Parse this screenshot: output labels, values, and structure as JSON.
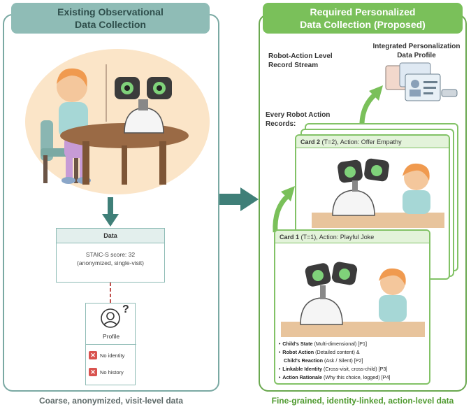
{
  "left": {
    "header_line1": "Existing Observational",
    "header_line2": "Data Collection",
    "data_box": {
      "title": "Data",
      "line1": "STAIC-S score: 32",
      "line2": "(anonymized, single-visit)"
    },
    "profile": {
      "label": "Profile",
      "question_mark": "?",
      "tags": [
        "No identity",
        "No history"
      ]
    },
    "caption": "Coarse, anonymized, visit-level data"
  },
  "right": {
    "header_line1": "Required Personalized",
    "header_line2": "Data Collection (Proposed)",
    "stream_label_line1": "Robot-Action Level",
    "stream_label_line2": "Record Stream",
    "profile_label_line1": "Integrated Personalization",
    "profile_label_line2": "Data Profile",
    "records_label_line1": "Every Robot Action",
    "records_label_line2": "Records:",
    "card2": {
      "title": "Card 2",
      "rest": " (T=2), Action: Offer Empathy"
    },
    "card1": {
      "title": "Card 1",
      "rest": " (T=1), Action: Playful Joke"
    },
    "bullets": [
      {
        "bold": "Child's State",
        "text": " (Multi-dimensional) [P1]"
      },
      {
        "bold": "Robot Action",
        "text": " (Detailed content) &"
      },
      {
        "bold": "Child's Reaction",
        "text": " (Ask / Silent) [P2]"
      },
      {
        "bold": "Linkable Identity",
        "text": " (Cross-visit, cross-child) [P3]"
      },
      {
        "bold": "Action Rationale",
        "text": " (Why this choice, logged) [P4]"
      }
    ],
    "caption": "Fine-grained, identity-linked, action-level data"
  },
  "colors": {
    "teal": "#8fbcb6",
    "green": "#7ac05a",
    "red": "#d9534f"
  }
}
